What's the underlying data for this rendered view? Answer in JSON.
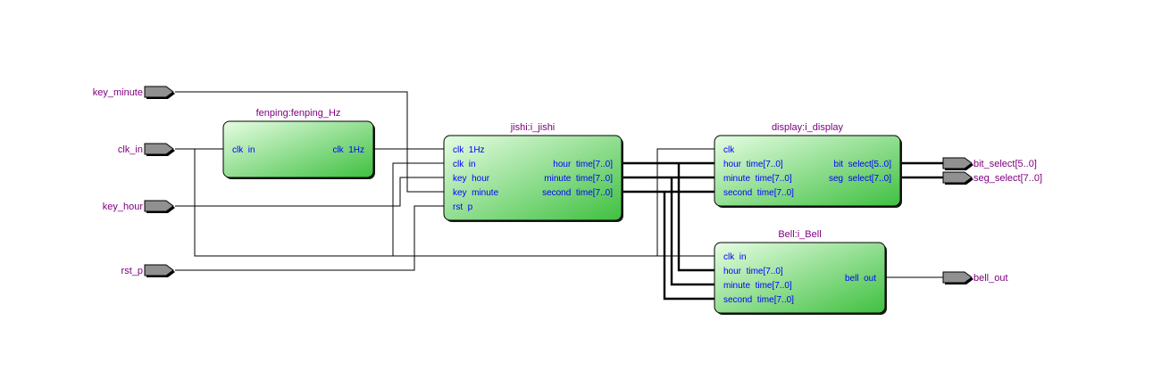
{
  "diagram": {
    "type": "rtl-schematic",
    "colors": {
      "label": "#800080",
      "port_text": "#0000ff",
      "block_light": "#e2fbe0",
      "block_dark": "#44c244",
      "pin_fill": "#909090"
    },
    "input_pins": [
      {
        "id": "key_minute",
        "label": "key_minute"
      },
      {
        "id": "clk_in",
        "label": "clk_in"
      },
      {
        "id": "key_hour",
        "label": "key_hour"
      },
      {
        "id": "rst_p",
        "label": "rst_p"
      }
    ],
    "output_pins": [
      {
        "id": "bit_select",
        "label": "bit_select[5..0]"
      },
      {
        "id": "seg_select",
        "label": "seg_select[7..0]"
      },
      {
        "id": "bell_out",
        "label": "bell_out"
      }
    ],
    "blocks": {
      "fenping": {
        "title": "fenping:fenping_Hz",
        "inputs": [
          "clk  in"
        ],
        "outputs": [
          "clk  1Hz"
        ]
      },
      "jishi": {
        "title": "jishi:i_jishi",
        "inputs": [
          "clk  1Hz",
          "clk  in",
          "key  hour",
          "key  minute",
          "rst  p"
        ],
        "outputs": [
          "hour  time[7..0]",
          "minute  time[7..0]",
          "second  time[7..0]"
        ]
      },
      "display": {
        "title": "display:i_display",
        "inputs": [
          "clk",
          "hour  time[7..0]",
          "minute  time[7..0]",
          "second  time[7..0]"
        ],
        "outputs": [
          "bit  select[5..0]",
          "seg  select[7..0]"
        ]
      },
      "bell": {
        "title": "Bell:i_Bell",
        "inputs": [
          "clk  in",
          "hour  time[7..0]",
          "minute  time[7..0]",
          "second  time[7..0]"
        ],
        "outputs": [
          "bell  out"
        ]
      }
    }
  }
}
